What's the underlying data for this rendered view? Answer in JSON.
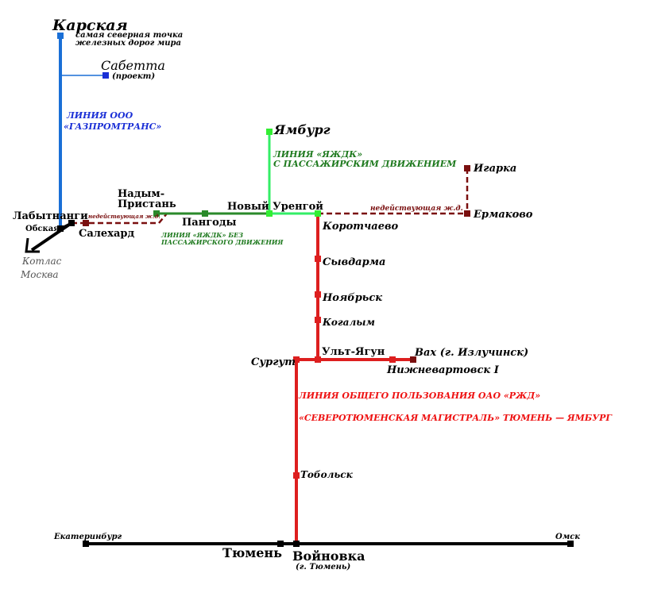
{
  "colors": {
    "black_line": "#000000",
    "red_line": "#dd1f1f",
    "red_text": "#ee1111",
    "green_line": "#2a8a2a",
    "green_text": "#1f7a1f",
    "light_green_line": "#33ee66",
    "light_green_station": "#33ee33",
    "blue_line": "#1a6fd6",
    "blue_text": "#1a2fd6",
    "dark_red_line": "#7a0f0f",
    "dark_red_text": "#7a1010",
    "gray_text": "#555555"
  },
  "stations": {
    "karskaya": "Карская",
    "karskaya_note_line1": "самая северная точка",
    "karskaya_note_line2": "железных дорог мира",
    "sabetta": "Сабетта",
    "sabetta_note": "(проект)",
    "yamburg": "Ямбург",
    "igarka": "Игарка",
    "ermakovo": "Ермаково",
    "nadym_line1": "Надым-",
    "nadym_line2": "Пристань",
    "pangody": "Пангоды",
    "novy_urengoy": "Новый Уренгой",
    "labytnangi": "Лабытнанги",
    "obskaya": "Обская",
    "salekhard": "Салехард",
    "korotchaevo": "Коротчаево",
    "syvdarma": "Сывдарма",
    "noyabrsk": "Ноябрьск",
    "kogalym": "Когалым",
    "ult_yagun": "Ульт-Ягун",
    "vakh": "Вах (г. Излучинск)",
    "nizhnevartovsk": "Нижневартовск I",
    "surgut": "Сургут",
    "tobolsk": "Тобольск",
    "ekaterinburg": "Екатеринбург",
    "omsk": "Омск",
    "tyumen": "Тюмень",
    "voynovka": "Войновка",
    "voynovka_note": "(г. Тюмень)",
    "kotlas": "Котлас",
    "moskva": "Москва"
  },
  "labels": {
    "gazpromtrans_line1": "ЛИНИЯ ООО",
    "gazpromtrans_line2": "«ГАЗПРОМТРАНС»",
    "yazhdk_pass_line1": "ЛИНИЯ «ЯЖДК»",
    "yazhdk_pass_line2": "С ПАССАЖИРСКИМ ДВИЖЕНИЕМ",
    "yazhdk_nopass_line1": "ЛИНИЯ «ЯЖДК» БЕЗ",
    "yazhdk_nopass_line2": "ПАССАЖИРСКОГО ДВИЖЕНИЯ",
    "inactive_east": "недействующая ж.д.",
    "inactive_west": "недействующая ж.д.",
    "rzd_line1": "ЛИНИЯ ОБЩЕГО ПОЛЬЗОВАНИЯ ОАО «РЖД»",
    "rzd_line2": "«СЕВЕРОТЮМЕНСКАЯ МАГИСТРАЛЬ» ТЮМЕНЬ — ЯМБУРГ"
  }
}
